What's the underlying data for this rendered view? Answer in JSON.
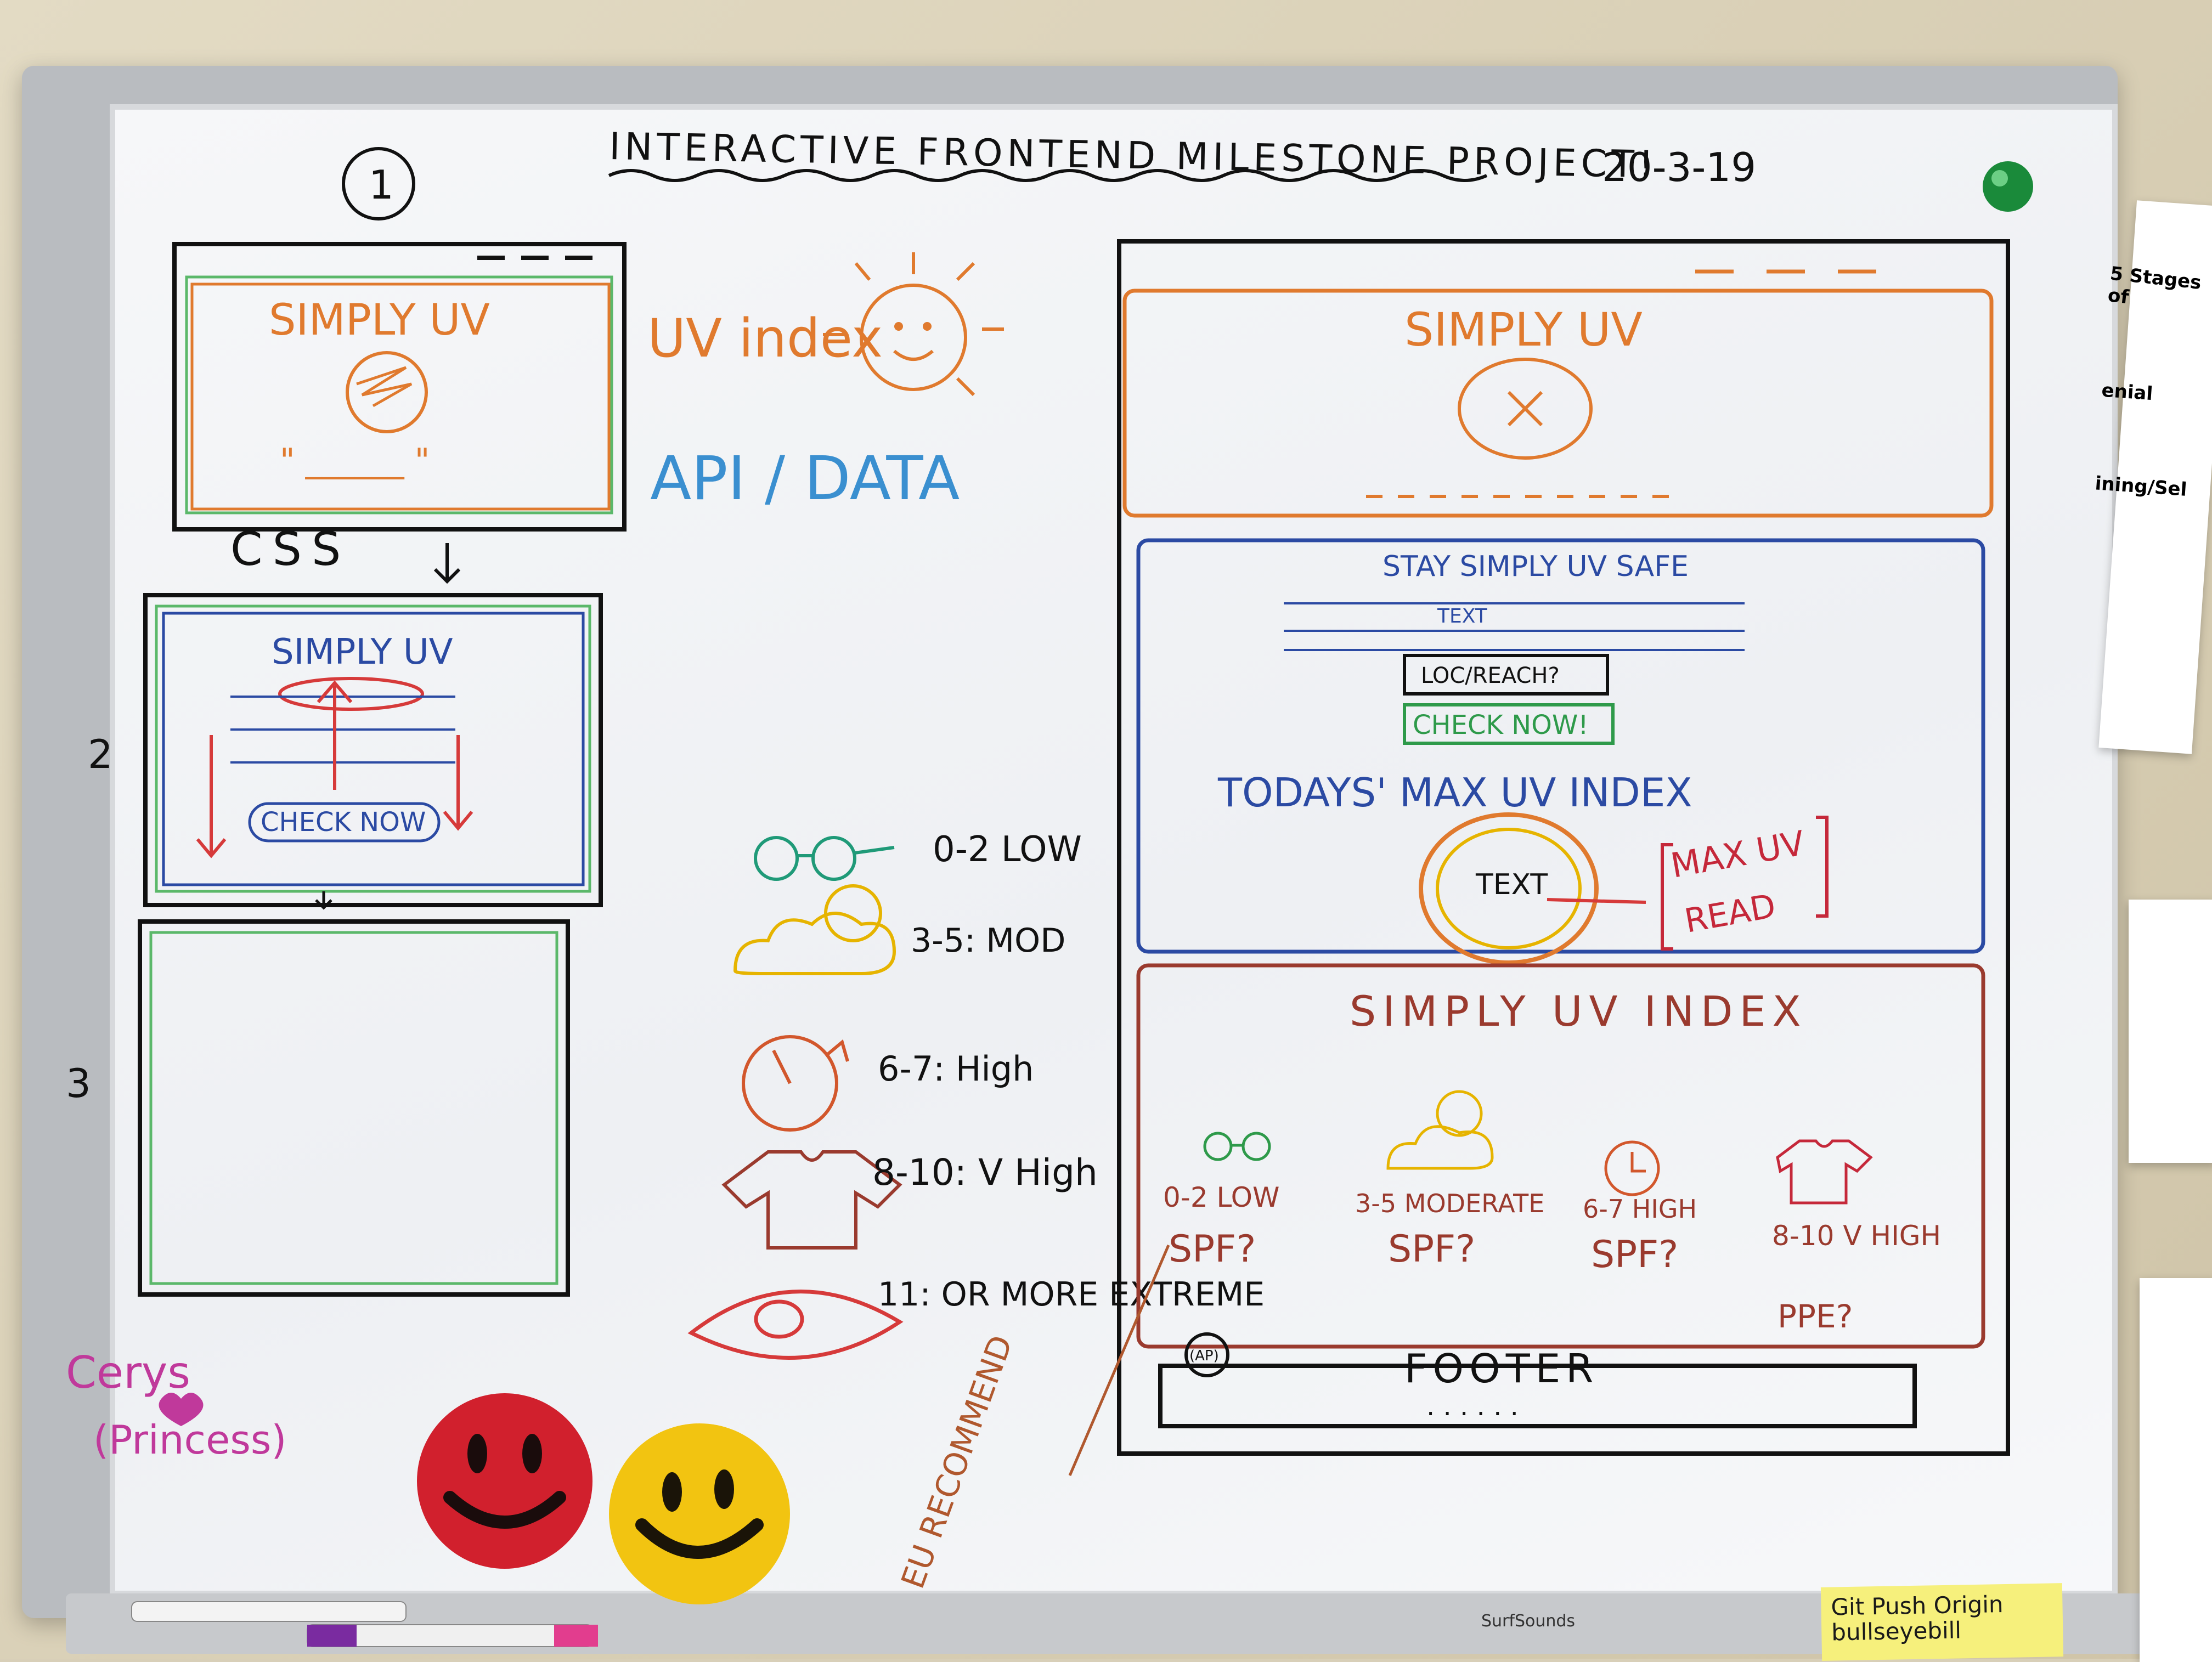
{
  "title": "INTERACTIVE FRONTEND MILESTONE PROJECT!",
  "date": "20-3-19",
  "step_1": "1",
  "wire_small_1": {
    "title": "SIMPLY UV",
    "quote": "\" ______ \""
  },
  "css_label": "CSS",
  "step_2": "2",
  "wire_small_2": {
    "title": "SIMPLY UV",
    "button": "CHECK NOW"
  },
  "step_3": "3",
  "concept": {
    "uv_index": "UV index",
    "api": "API / DATA"
  },
  "legend": [
    {
      "label": "0-2 LOW",
      "color": "#1f9a78",
      "icon": "glasses-icon"
    },
    {
      "label": "3-5: MOD",
      "color": "#e6b400",
      "icon": "sun-cloud-icon"
    },
    {
      "label": "6-7: High",
      "color": "#d2572c",
      "icon": "clock-icon"
    },
    {
      "label": "8-10: V High",
      "color": "#9a3a2e",
      "icon": "tshirt-icon"
    },
    {
      "label": "11: OR MORE EXTREME",
      "color": "#d63a3a",
      "icon": "eye-icon"
    }
  ],
  "cerys": "Cerys",
  "princess": "(Princess)",
  "wire_big": {
    "hero_title": "SIMPLY UV",
    "section_title": "STAY SIMPLY UV SAFE",
    "text": "TEXT",
    "loc_button": "LOC/REACH?",
    "check_button": "CHECK NOW!",
    "today_title": "TODAYS' MAX UV INDEX",
    "circle_text": "TEXT",
    "max_uv": "MAX UV",
    "read": "READ",
    "index_title": "SIMPLY UV INDEX",
    "columns": [
      {
        "range": "0-2 LOW",
        "spf": "SPF?",
        "color": "#2e9a4a"
      },
      {
        "range": "3-5 MODERATE",
        "spf": "SPF?",
        "color": "#e6b400"
      },
      {
        "range": "6-7 HIGH",
        "spf": "SPF?",
        "color": "#d2572c"
      },
      {
        "range": "8-10 V HIGH",
        "spf": "PPE?",
        "color": "#c5283a"
      }
    ],
    "footer": "FOOTER",
    "footer_dots": ". . . . . .",
    "footer_icon": "(AP)",
    "eu_rec": "EU RECOMMEND"
  },
  "sticky": {
    "line1": "Git Push Origin",
    "line2": "bullseyebill"
  },
  "brand": "SurfSounds",
  "side_note": {
    "heading1": "5 Stages of",
    "heading2": "enial",
    "heading3": "ining/Sel"
  }
}
